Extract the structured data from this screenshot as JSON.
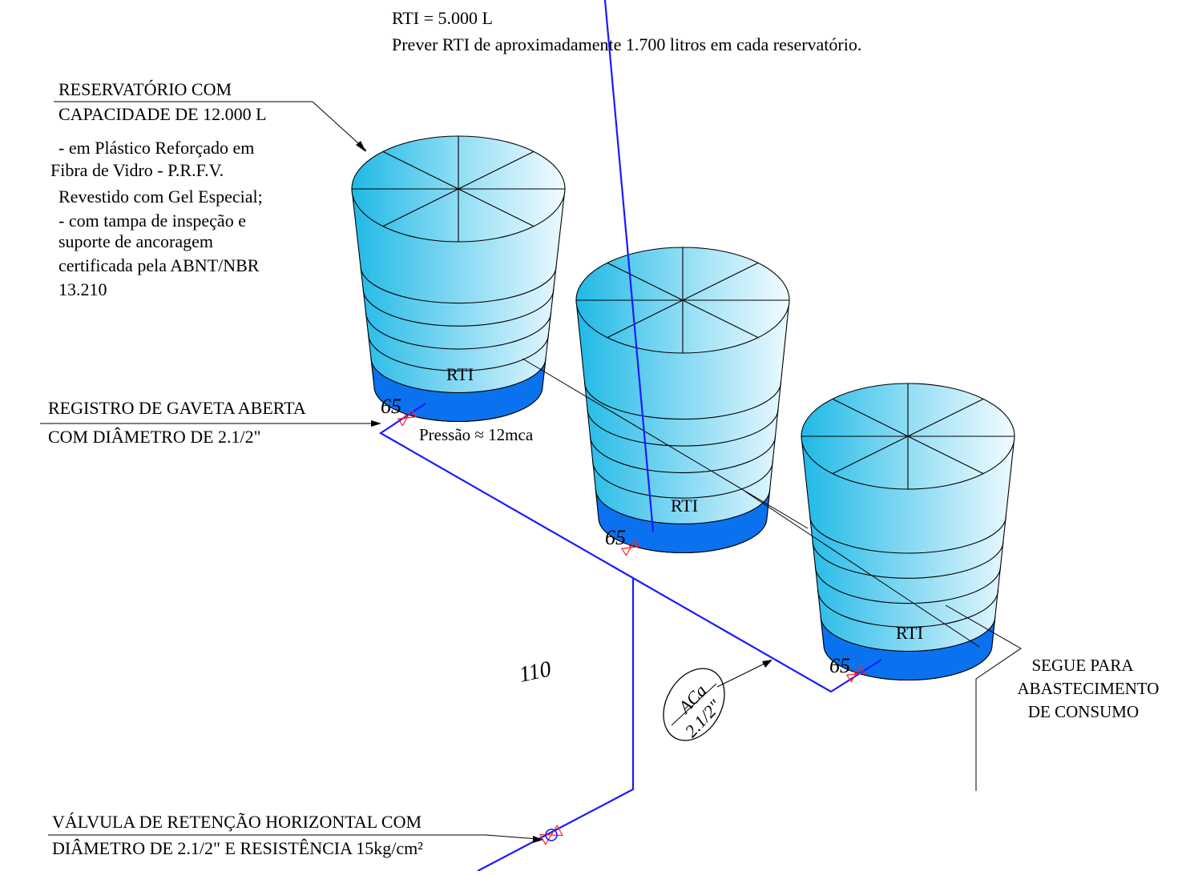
{
  "notes": {
    "rti_total": "RTI = 5.000 L",
    "rti_each": "Prever RTI de aproximadamente 1.700 litros em cada reservatório."
  },
  "reservoir_label": {
    "line1": "RESERVATÓRIO COM",
    "line2": "CAPACIDADE  DE 12.000 L",
    "spec_lines": [
      "- em Plástico Reforçado em",
      "Fibra de Vidro - P.R.F.V.",
      "Revestido com Gel Especial;",
      "- com tampa de inspeção e",
      "suporte de ancoragem",
      "certificada pela ABNT/NBR",
      "13.210"
    ]
  },
  "gate_valve_label": {
    "line1": "REGISTRO DE GAVETA ABERTA",
    "line2": "COM DIÂMETRO DE 2.1/2\""
  },
  "pressure": "Pressão ≈ 12mca",
  "tanks": [
    {
      "rti": "RTI",
      "pipe_size": "65"
    },
    {
      "rti": "RTI",
      "pipe_size": "65"
    },
    {
      "rti": "RTI",
      "pipe_size": "65"
    }
  ],
  "main_pipe_size": "110",
  "pipe_tag": {
    "line1": "ACa",
    "line2": "2.1/2\""
  },
  "consumption_label": [
    "SEGUE PARA",
    "ABASTECIMENTO",
    "DE CONSUMO"
  ],
  "check_valve_label": {
    "line1": "VÁLVULA DE RETENÇÃO HORIZONTAL COM",
    "line2": "DIÂMETRO DE 2.1/2\" E RESISTÊNCIA 15kg/cm²"
  },
  "colors": {
    "tank_gradient_dark": "#1fb9e6",
    "tank_gradient_light": "#eefaff",
    "rti_zone": "#0a72ee",
    "pipe": "#1a1aff",
    "valve": "#ff2020"
  }
}
